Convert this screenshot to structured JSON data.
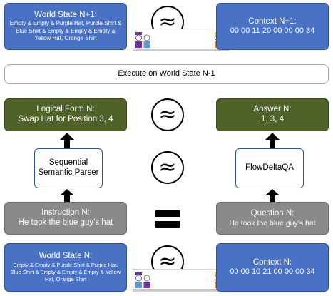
{
  "world_state_next": {
    "title": "World State N+1:",
    "body": "Empty & Empty & Purple Hat, Purple Shirt & Blue Shirt & Empty & Empty & Empty & Yellow Hat, Orange Shirt"
  },
  "context_next": {
    "title": "Context N+1:",
    "value": "00 00 11 20 00 00 00 34"
  },
  "execute_label": "Execute on World State N-1",
  "logical_form": {
    "title": "Logical Form N:",
    "value": "Swap Hat for Position 3, 4"
  },
  "answer": {
    "title": "Answer N:",
    "value": "1, 3, 4"
  },
  "parser": {
    "label": "Sequential Semantic Parser"
  },
  "flowdelta": {
    "label": "FlowDeltaQA"
  },
  "instruction": {
    "title": "Instruction N:",
    "value": "He took the blue guy’s hat"
  },
  "question": {
    "title": "Question N:",
    "value": "He took the blue guy’s hat"
  },
  "world_state_current": {
    "title": "World State N:",
    "body": "Empty & Empty & Purple Shirt & Purple Hat, Blue Shirt & Empty & Empty & Empty & Yellow Hat, Orange Shirt"
  },
  "context_current": {
    "title": "Context N:",
    "value": "00 00 10 21 00 00 00 34"
  },
  "colors": {
    "box_blue": "#4a72c4",
    "box_olive": "#4f6228",
    "box_gray": "#8a8a8a",
    "purple": "#7030a0",
    "blue_shirt": "#5b9bd5",
    "yellow": "#ffc000",
    "orange": "#ed7d31"
  }
}
